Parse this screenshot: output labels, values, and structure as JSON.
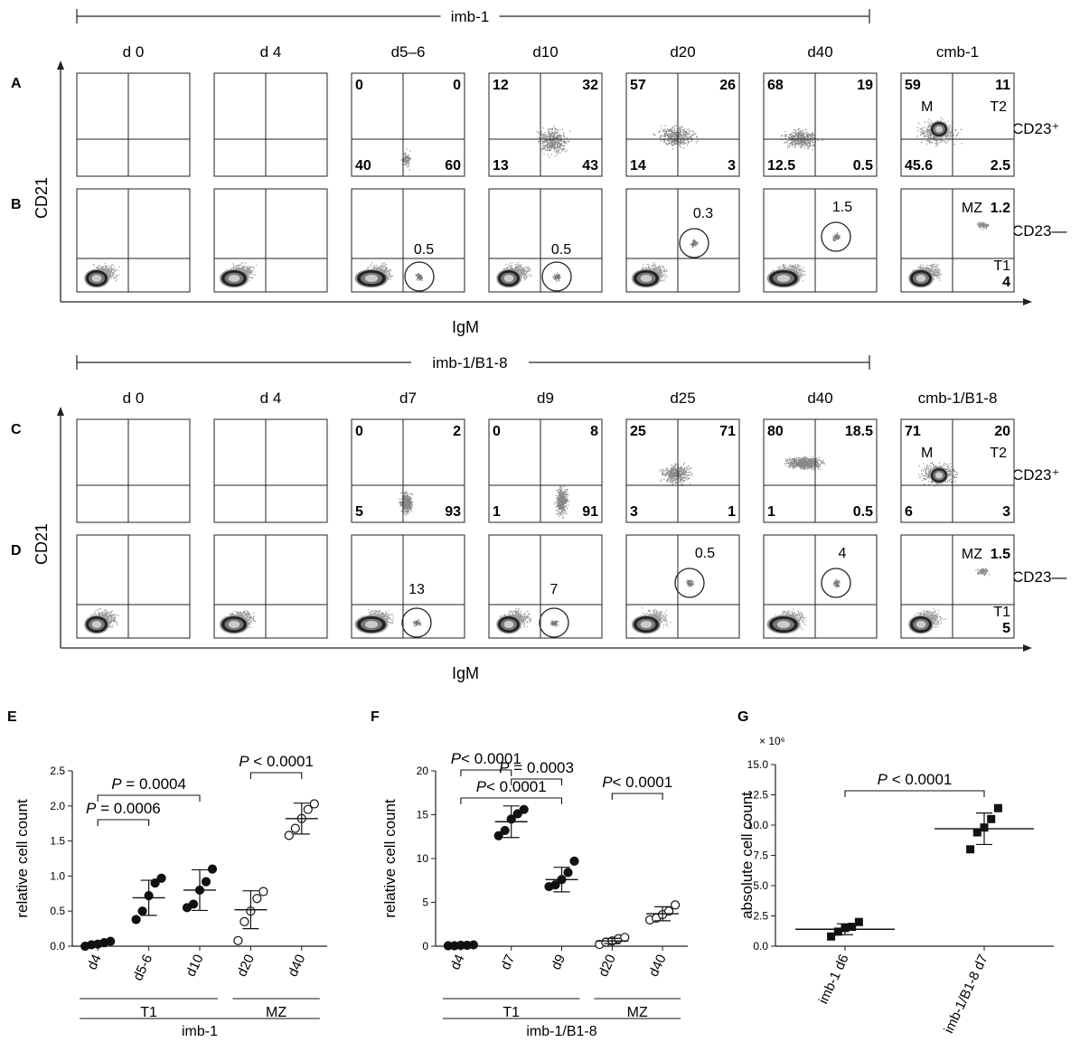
{
  "top": {
    "group_label": "imb-1",
    "days": [
      "d 0",
      "d 4",
      "d5–6",
      "d10",
      "d20",
      "d40",
      "cmb-1"
    ],
    "rowA": {
      "label": "A",
      "right_label": "CD23⁺",
      "quads": [
        null,
        null,
        {
          "ul": "0",
          "ur": "0",
          "ll": "40",
          "lr": "60"
        },
        {
          "ul": "12",
          "ur": "32",
          "ll": "13",
          "lr": "43"
        },
        {
          "ul": "57",
          "ur": "26",
          "ll": "14",
          "lr": "3"
        },
        {
          "ul": "68",
          "ur": "19",
          "ll": "12.5",
          "lr": "0.5"
        },
        {
          "ul": "59",
          "ur": "11",
          "ll": "45.6",
          "lr": "2.5",
          "gate_a": "M",
          "gate_b": "T2"
        }
      ]
    },
    "rowB": {
      "label": "B",
      "right_label": "CD23—",
      "gates": [
        "",
        "",
        "0.5",
        "0.5",
        "0.3",
        "1.5",
        ""
      ],
      "mz_label": "MZ",
      "mz_value": "1.2",
      "t1_label": "T1",
      "t1_value": "4"
    },
    "ylabel": "CD21",
    "xlabel": "IgM"
  },
  "bottom": {
    "group_label": "imb-1/B1-8",
    "days": [
      "d 0",
      "d 4",
      "d7",
      "d9",
      "d25",
      "d40",
      "cmb-1/B1-8"
    ],
    "rowC": {
      "label": "C",
      "right_label": "CD23⁺",
      "quads": [
        null,
        null,
        {
          "ul": "0",
          "ur": "2",
          "ll": "5",
          "lr": "93"
        },
        {
          "ul": "0",
          "ur": "8",
          "ll": "1",
          "lr": "91"
        },
        {
          "ul": "25",
          "ur": "71",
          "ll": "3",
          "lr": "1"
        },
        {
          "ul": "80",
          "ur": "18.5",
          "ll": "1",
          "lr": "0.5"
        },
        {
          "ul": "71",
          "ur": "20",
          "ll": "6",
          "lr": "3",
          "gate_a": "M",
          "gate_b": "T2"
        }
      ]
    },
    "rowD": {
      "label": "D",
      "right_label": "CD23—",
      "gates": [
        "",
        "",
        "13",
        "7",
        "0.5",
        "4",
        ""
      ],
      "mz_label": "MZ",
      "mz_value": "1.5",
      "t1_label": "T1",
      "t1_value": "5"
    },
    "ylabel": "CD21",
    "xlabel": "IgM"
  },
  "chart_data": [
    {
      "panel": "E",
      "type": "scatter",
      "ylabel": "relative cell count",
      "ylim": [
        0,
        2.5
      ],
      "yticks": [
        "0.0",
        "0.5",
        "1.0",
        "1.5",
        "2.0",
        "2.5"
      ],
      "categories": [
        "d4",
        "d5-6",
        "d10",
        "d20",
        "d40"
      ],
      "filled": [
        true,
        true,
        true,
        false,
        false
      ],
      "points": [
        [
          0.0,
          0.02,
          0.03,
          0.05,
          0.07
        ],
        [
          0.38,
          0.5,
          0.72,
          0.9,
          0.97
        ],
        [
          0.55,
          0.6,
          0.8,
          0.92,
          1.1
        ],
        [
          0.08,
          0.35,
          0.5,
          0.68,
          0.78
        ],
        [
          1.58,
          1.68,
          1.82,
          1.95,
          2.03
        ]
      ],
      "mean": [
        0.03,
        0.69,
        0.8,
        0.52,
        1.82
      ],
      "sd": [
        0.03,
        0.25,
        0.29,
        0.27,
        0.22
      ],
      "group_labels": [
        "T1",
        "MZ"
      ],
      "footer": "imb-1",
      "pvalues": [
        {
          "from": 0,
          "to": 1,
          "p_prefix": "P",
          "text": " = 0.0006"
        },
        {
          "from": 0,
          "to": 2,
          "p_prefix": "P",
          "text": " = 0.0004"
        },
        {
          "from": 3,
          "to": 4,
          "p_prefix": "P",
          "text": " < 0.0001"
        }
      ]
    },
    {
      "panel": "F",
      "type": "scatter",
      "ylabel": "relative cell count",
      "ylim": [
        0,
        20
      ],
      "yticks": [
        "0",
        "5",
        "10",
        "15",
        "20"
      ],
      "categories": [
        "d4",
        "d7",
        "d9",
        "d20",
        "d40"
      ],
      "filled": [
        true,
        true,
        true,
        false,
        false
      ],
      "points": [
        [
          0.05,
          0.05,
          0.1,
          0.1,
          0.15
        ],
        [
          12.6,
          13.2,
          14.5,
          15.1,
          15.6
        ],
        [
          6.8,
          7.0,
          7.6,
          8.4,
          9.7
        ],
        [
          0.2,
          0.45,
          0.6,
          0.85,
          1.0
        ],
        [
          3.0,
          3.2,
          3.6,
          4.0,
          4.7
        ]
      ],
      "mean": [
        0.09,
        14.2,
        7.6,
        0.6,
        3.7
      ],
      "sd": [
        0.05,
        1.8,
        1.4,
        0.3,
        0.8
      ],
      "group_labels": [
        "T1",
        "MZ"
      ],
      "footer": "imb-1/B1-8",
      "pvalues": [
        {
          "from": 0,
          "to": 2,
          "p_prefix": "P",
          "text": "< 0.0001"
        },
        {
          "from": 0,
          "to": 1,
          "p_prefix": "P",
          "text": "< 0.0001"
        },
        {
          "from": 1,
          "to": 2,
          "p_prefix": "P",
          "text": " = 0.0003"
        },
        {
          "from": 3,
          "to": 4,
          "p_prefix": "P",
          "text": "< 0.0001"
        }
      ]
    },
    {
      "panel": "G",
      "type": "scatter",
      "ylabel": "absolute cell count",
      "exponent_label": "× 10⁶",
      "ylim": [
        0,
        15
      ],
      "yticks": [
        "0.0",
        "2.5",
        "5.0",
        "7.5",
        "10.0",
        "12.5",
        "15.0"
      ],
      "categories": [
        "imb-1 d6",
        "imb-1/B1-8 d7"
      ],
      "points": [
        [
          0.8,
          1.2,
          1.5,
          1.6,
          2.0
        ],
        [
          8.0,
          9.4,
          9.8,
          10.5,
          11.4
        ]
      ],
      "mean": [
        1.4,
        9.7
      ],
      "sd": [
        0.45,
        1.3
      ],
      "pvalues": [
        {
          "from": 0,
          "to": 1,
          "p_prefix": "P",
          "text": " < 0.0001"
        }
      ]
    }
  ]
}
